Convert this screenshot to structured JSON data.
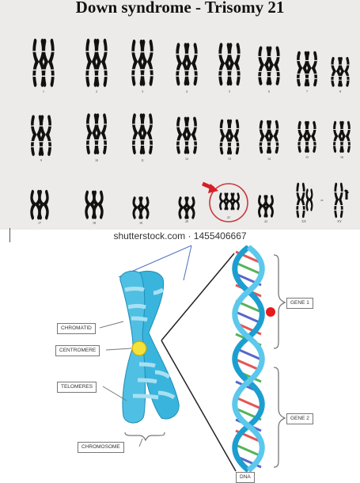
{
  "title": "Down syndrome - Trisomy 21",
  "credit": "shutterstock.com · 1455406667",
  "karyotype": {
    "row1": [
      "1",
      "2",
      "3",
      "4",
      "5",
      "6",
      "7",
      "8"
    ],
    "row2": [
      "9",
      "10",
      "11",
      "12",
      "13",
      "14",
      "15",
      "16"
    ],
    "row3": [
      "17",
      "18",
      "19",
      "20",
      "21",
      "22",
      "XX",
      "XY"
    ],
    "or_label": "or"
  },
  "diagram": {
    "labels": {
      "chromatid": "CHROMATID",
      "centromere": "CENTROMERE",
      "telomeres": "TELOMERES",
      "chromosome": "CHROMOSOME",
      "gene1": "GENE 1",
      "gene2": "GENE 2",
      "dna": "DNA"
    }
  },
  "colors": {
    "chromosome_blue": "#39b5dd",
    "chromosome_light": "#a8e0f2",
    "centromere_yellow": "#f2e23a",
    "marker_red": "#e8191b",
    "arrow_red": "#d61f26"
  }
}
